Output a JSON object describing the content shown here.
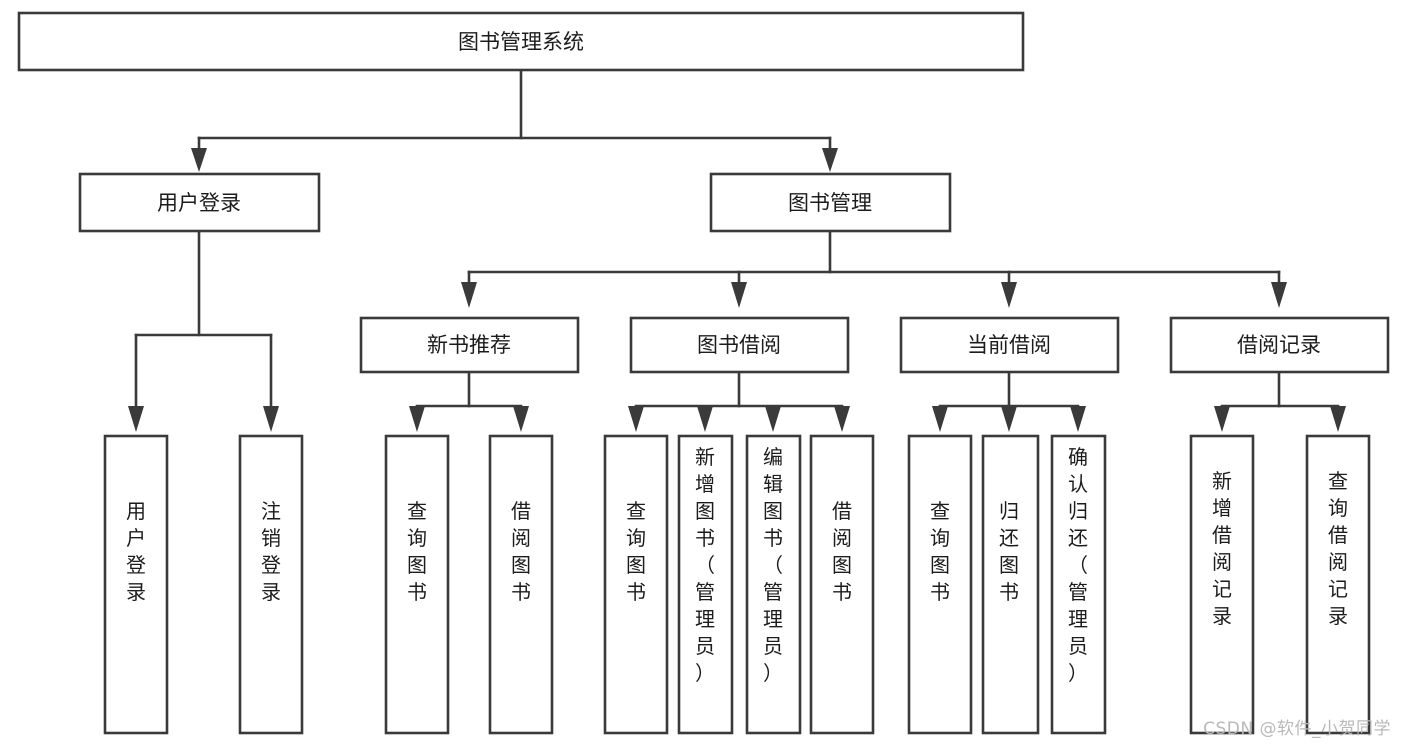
{
  "diagram": {
    "type": "tree",
    "title": "图书管理系统",
    "watermark": "CSDN @软件_小贺同学",
    "nodes": {
      "root": {
        "label": "图书管理系统",
        "level": 0,
        "orientation": "horizontal"
      },
      "l1_a": {
        "label": "用户登录",
        "level": 1,
        "orientation": "horizontal"
      },
      "l1_b": {
        "label": "图书管理",
        "level": 1,
        "orientation": "horizontal"
      },
      "l2_a": {
        "label": "新书推荐",
        "level": 2,
        "orientation": "horizontal"
      },
      "l2_b": {
        "label": "图书借阅",
        "level": 2,
        "orientation": "horizontal"
      },
      "l2_c": {
        "label": "当前借阅",
        "level": 2,
        "orientation": "horizontal"
      },
      "l2_d": {
        "label": "借阅记录",
        "level": 2,
        "orientation": "horizontal"
      },
      "leaf_1": {
        "label": "用户登录",
        "level": 3,
        "orientation": "vertical"
      },
      "leaf_2": {
        "label": "注销登录",
        "level": 3,
        "orientation": "vertical"
      },
      "leaf_3": {
        "label": "查询图书",
        "level": 3,
        "orientation": "vertical"
      },
      "leaf_4": {
        "label": "借阅图书",
        "level": 3,
        "orientation": "vertical"
      },
      "leaf_5": {
        "label": "查询图书",
        "level": 3,
        "orientation": "vertical"
      },
      "leaf_6": {
        "label": "新增图书（管理员）",
        "level": 3,
        "orientation": "vertical"
      },
      "leaf_7": {
        "label": "编辑图书（管理员）",
        "level": 3,
        "orientation": "vertical"
      },
      "leaf_8": {
        "label": "借阅图书",
        "level": 3,
        "orientation": "vertical"
      },
      "leaf_9": {
        "label": "查询图书",
        "level": 3,
        "orientation": "vertical"
      },
      "leaf_10": {
        "label": "归还图书",
        "level": 3,
        "orientation": "vertical"
      },
      "leaf_11": {
        "label": "确认归还（管理员）",
        "level": 3,
        "orientation": "vertical"
      },
      "leaf_12": {
        "label": "新增借阅记录",
        "level": 3,
        "orientation": "vertical"
      },
      "leaf_13": {
        "label": "查询借阅记录",
        "level": 3,
        "orientation": "vertical"
      }
    },
    "edges": [
      {
        "from": "root",
        "to": "l1_a"
      },
      {
        "from": "root",
        "to": "l1_b"
      },
      {
        "from": "l1_b",
        "to": "l2_a"
      },
      {
        "from": "l1_b",
        "to": "l2_b"
      },
      {
        "from": "l1_b",
        "to": "l2_c"
      },
      {
        "from": "l1_b",
        "to": "l2_d"
      },
      {
        "from": "l1_a",
        "to": "leaf_1"
      },
      {
        "from": "l1_a",
        "to": "leaf_2"
      },
      {
        "from": "l2_a",
        "to": "leaf_3"
      },
      {
        "from": "l2_a",
        "to": "leaf_4"
      },
      {
        "from": "l2_b",
        "to": "leaf_5"
      },
      {
        "from": "l2_b",
        "to": "leaf_6"
      },
      {
        "from": "l2_b",
        "to": "leaf_7"
      },
      {
        "from": "l2_b",
        "to": "leaf_8"
      },
      {
        "from": "l2_c",
        "to": "leaf_9"
      },
      {
        "from": "l2_c",
        "to": "leaf_10"
      },
      {
        "from": "l2_c",
        "to": "leaf_11"
      },
      {
        "from": "l2_d",
        "to": "leaf_12"
      },
      {
        "from": "l2_d",
        "to": "leaf_13"
      }
    ],
    "colors": {
      "stroke": "#3a3a3a",
      "fill": "#ffffff",
      "text": "#1c1c1c",
      "watermark": "#b9b9b9"
    }
  }
}
